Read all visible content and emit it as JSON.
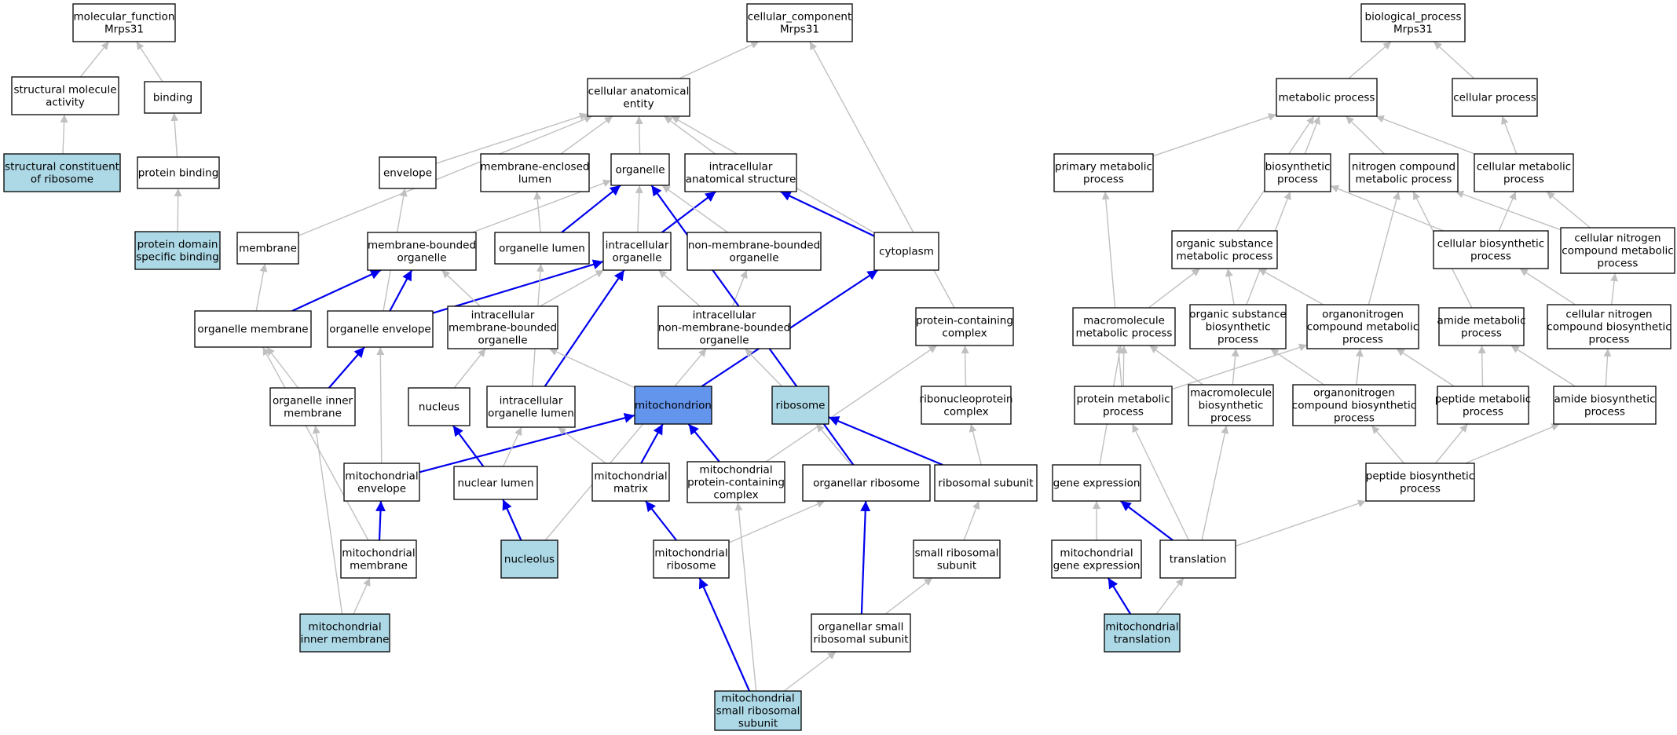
{
  "colors": {
    "plain": "#ffffff",
    "leaf": "#add8e6",
    "focus": "#6495ed",
    "edge_gray": "#c0c0c0",
    "edge_blue": "#0000ee"
  },
  "nodes": [
    {
      "id": "mf",
      "lines": [
        "molecular_function",
        "Mrps31"
      ],
      "type": "plain"
    },
    {
      "id": "sma",
      "lines": [
        "structural molecule",
        "activity"
      ],
      "type": "plain"
    },
    {
      "id": "binding",
      "lines": [
        "binding"
      ],
      "type": "plain"
    },
    {
      "id": "scr",
      "lines": [
        "structural constituent",
        "of ribosome"
      ],
      "type": "leaf"
    },
    {
      "id": "pb",
      "lines": [
        "protein binding"
      ],
      "type": "plain"
    },
    {
      "id": "pdsb",
      "lines": [
        "protein domain",
        "specific binding"
      ],
      "type": "leaf"
    },
    {
      "id": "cc",
      "lines": [
        "cellular_component",
        "Mrps31"
      ],
      "type": "plain"
    },
    {
      "id": "cae",
      "lines": [
        "cellular anatomical",
        "entity"
      ],
      "type": "plain"
    },
    {
      "id": "envelope",
      "lines": [
        "envelope"
      ],
      "type": "plain"
    },
    {
      "id": "mel",
      "lines": [
        "membrane-enclosed",
        "lumen"
      ],
      "type": "plain"
    },
    {
      "id": "organelle",
      "lines": [
        "organelle"
      ],
      "type": "plain"
    },
    {
      "id": "ias",
      "lines": [
        "intracellular",
        "anatomical structure"
      ],
      "type": "plain"
    },
    {
      "id": "membrane",
      "lines": [
        "membrane"
      ],
      "type": "plain"
    },
    {
      "id": "mbo",
      "lines": [
        "membrane-bounded",
        "organelle"
      ],
      "type": "plain"
    },
    {
      "id": "olumen",
      "lines": [
        "organelle lumen"
      ],
      "type": "plain"
    },
    {
      "id": "io",
      "lines": [
        "intracellular",
        "organelle"
      ],
      "type": "plain"
    },
    {
      "id": "nmbo",
      "lines": [
        "non-membrane-bounded",
        "organelle"
      ],
      "type": "plain"
    },
    {
      "id": "cytoplasm",
      "lines": [
        "cytoplasm"
      ],
      "type": "plain"
    },
    {
      "id": "omem",
      "lines": [
        "organelle membrane"
      ],
      "type": "plain"
    },
    {
      "id": "oenv",
      "lines": [
        "organelle envelope"
      ],
      "type": "plain"
    },
    {
      "id": "imbo",
      "lines": [
        "intracellular",
        "membrane-bounded",
        "organelle"
      ],
      "type": "plain"
    },
    {
      "id": "inmbo",
      "lines": [
        "intracellular",
        "non-membrane-bounded",
        "organelle"
      ],
      "type": "plain"
    },
    {
      "id": "pcc",
      "lines": [
        "protein-containing",
        "complex"
      ],
      "type": "plain"
    },
    {
      "id": "oim",
      "lines": [
        "organelle inner",
        "membrane"
      ],
      "type": "plain"
    },
    {
      "id": "nucleus",
      "lines": [
        "nucleus"
      ],
      "type": "plain"
    },
    {
      "id": "iol",
      "lines": [
        "intracellular",
        "organelle lumen"
      ],
      "type": "plain"
    },
    {
      "id": "mito",
      "lines": [
        "mitochondrion"
      ],
      "type": "focus"
    },
    {
      "id": "ribosome",
      "lines": [
        "ribosome"
      ],
      "type": "leaf"
    },
    {
      "id": "rnp",
      "lines": [
        "ribonucleoprotein",
        "complex"
      ],
      "type": "plain"
    },
    {
      "id": "menv",
      "lines": [
        "mitochondrial",
        "envelope"
      ],
      "type": "plain"
    },
    {
      "id": "nlumen",
      "lines": [
        "nuclear lumen"
      ],
      "type": "plain"
    },
    {
      "id": "mmatrix",
      "lines": [
        "mitochondrial",
        "matrix"
      ],
      "type": "plain"
    },
    {
      "id": "mpcc",
      "lines": [
        "mitochondrial",
        "protein-containing",
        "complex"
      ],
      "type": "plain"
    },
    {
      "id": "oribo",
      "lines": [
        "organellar ribosome"
      ],
      "type": "plain"
    },
    {
      "id": "rsub",
      "lines": [
        "ribosomal subunit"
      ],
      "type": "plain"
    },
    {
      "id": "mmem",
      "lines": [
        "mitochondrial",
        "membrane"
      ],
      "type": "plain"
    },
    {
      "id": "nucleolus",
      "lines": [
        "nucleolus"
      ],
      "type": "leaf"
    },
    {
      "id": "mribo",
      "lines": [
        "mitochondrial",
        "ribosome"
      ],
      "type": "plain"
    },
    {
      "id": "srs",
      "lines": [
        "small ribosomal",
        "subunit"
      ],
      "type": "plain"
    },
    {
      "id": "mim",
      "lines": [
        "mitochondrial",
        "inner membrane"
      ],
      "type": "leaf"
    },
    {
      "id": "osrs",
      "lines": [
        "organellar small",
        "ribosomal subunit"
      ],
      "type": "plain"
    },
    {
      "id": "msrs",
      "lines": [
        "mitochondrial",
        "small ribosomal",
        "subunit"
      ],
      "type": "leaf"
    },
    {
      "id": "bp",
      "lines": [
        "biological_process",
        "Mrps31"
      ],
      "type": "plain"
    },
    {
      "id": "mp",
      "lines": [
        "metabolic process"
      ],
      "type": "plain"
    },
    {
      "id": "cp",
      "lines": [
        "cellular process"
      ],
      "type": "plain"
    },
    {
      "id": "pmp",
      "lines": [
        "primary metabolic",
        "process"
      ],
      "type": "plain"
    },
    {
      "id": "bsp",
      "lines": [
        "biosynthetic",
        "process"
      ],
      "type": "plain"
    },
    {
      "id": "ncmp",
      "lines": [
        "nitrogen compound",
        "metabolic process"
      ],
      "type": "plain"
    },
    {
      "id": "cmp",
      "lines": [
        "cellular metabolic",
        "process"
      ],
      "type": "plain"
    },
    {
      "id": "osmp",
      "lines": [
        "organic substance",
        "metabolic process"
      ],
      "type": "plain"
    },
    {
      "id": "cbp",
      "lines": [
        "cellular biosynthetic",
        "process"
      ],
      "type": "plain"
    },
    {
      "id": "cncmp",
      "lines": [
        "cellular nitrogen",
        "compound metabolic",
        "process"
      ],
      "type": "plain"
    },
    {
      "id": "mmp",
      "lines": [
        "macromolecule",
        "metabolic process"
      ],
      "type": "plain"
    },
    {
      "id": "osbp",
      "lines": [
        "organic substance",
        "biosynthetic",
        "process"
      ],
      "type": "plain"
    },
    {
      "id": "oncmp",
      "lines": [
        "organonitrogen",
        "compound metabolic",
        "process"
      ],
      "type": "plain"
    },
    {
      "id": "amp",
      "lines": [
        "amide metabolic",
        "process"
      ],
      "type": "plain"
    },
    {
      "id": "cncbp",
      "lines": [
        "cellular nitrogen",
        "compound biosynthetic",
        "process"
      ],
      "type": "plain"
    },
    {
      "id": "protmp",
      "lines": [
        "protein metabolic",
        "process"
      ],
      "type": "plain"
    },
    {
      "id": "mbp",
      "lines": [
        "macromolecule",
        "biosynthetic",
        "process"
      ],
      "type": "plain"
    },
    {
      "id": "oncbp",
      "lines": [
        "organonitrogen",
        "compound biosynthetic",
        "process"
      ],
      "type": "plain"
    },
    {
      "id": "pepmp",
      "lines": [
        "peptide metabolic",
        "process"
      ],
      "type": "plain"
    },
    {
      "id": "abp",
      "lines": [
        "amide biosynthetic",
        "process"
      ],
      "type": "plain"
    },
    {
      "id": "ge",
      "lines": [
        "gene expression"
      ],
      "type": "plain"
    },
    {
      "id": "pepbp",
      "lines": [
        "peptide biosynthetic",
        "process"
      ],
      "type": "plain"
    },
    {
      "id": "mge",
      "lines": [
        "mitochondrial",
        "gene expression"
      ],
      "type": "plain"
    },
    {
      "id": "translation",
      "lines": [
        "translation"
      ],
      "type": "plain"
    },
    {
      "id": "mt",
      "lines": [
        "mitochondrial",
        "translation"
      ],
      "type": "leaf"
    }
  ],
  "edges": [
    {
      "from": "sma",
      "to": "mf",
      "style": "gray"
    },
    {
      "from": "binding",
      "to": "mf",
      "style": "gray"
    },
    {
      "from": "scr",
      "to": "sma",
      "style": "gray"
    },
    {
      "from": "pb",
      "to": "binding",
      "style": "gray"
    },
    {
      "from": "pdsb",
      "to": "pb",
      "style": "gray"
    },
    {
      "from": "cae",
      "to": "cc",
      "style": "gray"
    },
    {
      "from": "pcc",
      "to": "cc",
      "style": "gray"
    },
    {
      "from": "envelope",
      "to": "cae",
      "style": "gray"
    },
    {
      "from": "mel",
      "to": "cae",
      "style": "gray"
    },
    {
      "from": "organelle",
      "to": "cae",
      "style": "gray"
    },
    {
      "from": "ias",
      "to": "cae",
      "style": "gray"
    },
    {
      "from": "membrane",
      "to": "cae",
      "style": "gray"
    },
    {
      "from": "cytoplasm",
      "to": "cae",
      "style": "gray"
    },
    {
      "from": "mbo",
      "to": "organelle",
      "style": "gray"
    },
    {
      "from": "olumen",
      "to": "mel",
      "style": "gray"
    },
    {
      "from": "olumen",
      "to": "organelle",
      "style": "blue"
    },
    {
      "from": "io",
      "to": "organelle",
      "style": "gray"
    },
    {
      "from": "io",
      "to": "ias",
      "style": "blue"
    },
    {
      "from": "nmbo",
      "to": "organelle",
      "style": "gray"
    },
    {
      "from": "cytoplasm",
      "to": "ias",
      "style": "blue"
    },
    {
      "from": "omem",
      "to": "membrane",
      "style": "gray"
    },
    {
      "from": "omem",
      "to": "mbo",
      "style": "blue"
    },
    {
      "from": "oenv",
      "to": "envelope",
      "style": "gray"
    },
    {
      "from": "oenv",
      "to": "mbo",
      "style": "blue"
    },
    {
      "from": "oenv",
      "to": "io",
      "style": "blue"
    },
    {
      "from": "imbo",
      "to": "mbo",
      "style": "gray"
    },
    {
      "from": "imbo",
      "to": "io",
      "style": "gray"
    },
    {
      "from": "inmbo",
      "to": "nmbo",
      "style": "gray"
    },
    {
      "from": "inmbo",
      "to": "io",
      "style": "gray"
    },
    {
      "from": "rnp",
      "to": "pcc",
      "style": "gray"
    },
    {
      "from": "oim",
      "to": "omem",
      "style": "gray"
    },
    {
      "from": "oim",
      "to": "oenv",
      "style": "blue"
    },
    {
      "from": "nucleus",
      "to": "imbo",
      "style": "gray"
    },
    {
      "from": "iol",
      "to": "olumen",
      "style": "gray"
    },
    {
      "from": "iol",
      "to": "io",
      "style": "blue"
    },
    {
      "from": "mito",
      "to": "imbo",
      "style": "gray"
    },
    {
      "from": "mito",
      "to": "cytoplasm",
      "style": "blue"
    },
    {
      "from": "ribosome",
      "to": "inmbo",
      "style": "gray"
    },
    {
      "from": "menv",
      "to": "oenv",
      "style": "gray"
    },
    {
      "from": "menv",
      "to": "mito",
      "style": "blue"
    },
    {
      "from": "nlumen",
      "to": "iol",
      "style": "gray"
    },
    {
      "from": "nlumen",
      "to": "nucleus",
      "style": "blue"
    },
    {
      "from": "mmatrix",
      "to": "iol",
      "style": "gray"
    },
    {
      "from": "mmatrix",
      "to": "mito",
      "style": "blue"
    },
    {
      "from": "mpcc",
      "to": "mito",
      "style": "blue"
    },
    {
      "from": "mpcc",
      "to": "pcc",
      "style": "gray"
    },
    {
      "from": "oribo",
      "to": "ribosome",
      "style": "gray"
    },
    {
      "from": "oribo",
      "to": "organelle",
      "style": "blue"
    },
    {
      "from": "rsub",
      "to": "rnp",
      "style": "gray"
    },
    {
      "from": "rsub",
      "to": "ribosome",
      "style": "blue"
    },
    {
      "from": "mmem",
      "to": "omem",
      "style": "gray"
    },
    {
      "from": "mmem",
      "to": "menv",
      "style": "blue"
    },
    {
      "from": "nucleolus",
      "to": "nlumen",
      "style": "blue"
    },
    {
      "from": "nucleolus",
      "to": "inmbo",
      "style": "gray"
    },
    {
      "from": "mribo",
      "to": "mmatrix",
      "style": "blue"
    },
    {
      "from": "mribo",
      "to": "oribo",
      "style": "gray"
    },
    {
      "from": "srs",
      "to": "rsub",
      "style": "gray"
    },
    {
      "from": "mim",
      "to": "mmem",
      "style": "gray"
    },
    {
      "from": "mim",
      "to": "oim",
      "style": "gray"
    },
    {
      "from": "osrs",
      "to": "srs",
      "style": "gray"
    },
    {
      "from": "osrs",
      "to": "oribo",
      "style": "blue"
    },
    {
      "from": "msrs",
      "to": "osrs",
      "style": "gray"
    },
    {
      "from": "msrs",
      "to": "mribo",
      "style": "blue"
    },
    {
      "from": "msrs",
      "to": "mpcc",
      "style": "gray"
    },
    {
      "from": "mp",
      "to": "bp",
      "style": "gray"
    },
    {
      "from": "cp",
      "to": "bp",
      "style": "gray"
    },
    {
      "from": "pmp",
      "to": "mp",
      "style": "gray"
    },
    {
      "from": "bsp",
      "to": "mp",
      "style": "gray"
    },
    {
      "from": "ncmp",
      "to": "mp",
      "style": "gray"
    },
    {
      "from": "cmp",
      "to": "mp",
      "style": "gray"
    },
    {
      "from": "cmp",
      "to": "cp",
      "style": "gray"
    },
    {
      "from": "osmp",
      "to": "mp",
      "style": "gray"
    },
    {
      "from": "cbp",
      "to": "bsp",
      "style": "gray"
    },
    {
      "from": "cbp",
      "to": "cmp",
      "style": "gray"
    },
    {
      "from": "cncmp",
      "to": "ncmp",
      "style": "gray"
    },
    {
      "from": "cncmp",
      "to": "cmp",
      "style": "gray"
    },
    {
      "from": "mmp",
      "to": "osmp",
      "style": "gray"
    },
    {
      "from": "osbp",
      "to": "osmp",
      "style": "gray"
    },
    {
      "from": "osbp",
      "to": "bsp",
      "style": "gray"
    },
    {
      "from": "oncmp",
      "to": "osmp",
      "style": "gray"
    },
    {
      "from": "oncmp",
      "to": "ncmp",
      "style": "gray"
    },
    {
      "from": "amp",
      "to": "ncmp",
      "style": "gray"
    },
    {
      "from": "cncbp",
      "to": "cbp",
      "style": "gray"
    },
    {
      "from": "cncbp",
      "to": "cncmp",
      "style": "gray"
    },
    {
      "from": "protmp",
      "to": "pmp",
      "style": "gray"
    },
    {
      "from": "protmp",
      "to": "mmp",
      "style": "gray"
    },
    {
      "from": "protmp",
      "to": "oncmp",
      "style": "gray"
    },
    {
      "from": "mbp",
      "to": "mmp",
      "style": "gray"
    },
    {
      "from": "mbp",
      "to": "osbp",
      "style": "gray"
    },
    {
      "from": "oncbp",
      "to": "oncmp",
      "style": "gray"
    },
    {
      "from": "oncbp",
      "to": "osbp",
      "style": "gray"
    },
    {
      "from": "pepmp",
      "to": "amp",
      "style": "gray"
    },
    {
      "from": "pepmp",
      "to": "oncmp",
      "style": "gray"
    },
    {
      "from": "abp",
      "to": "amp",
      "style": "gray"
    },
    {
      "from": "abp",
      "to": "cncbp",
      "style": "gray"
    },
    {
      "from": "ge",
      "to": "mmp",
      "style": "gray"
    },
    {
      "from": "pepbp",
      "to": "pepmp",
      "style": "gray"
    },
    {
      "from": "pepbp",
      "to": "abp",
      "style": "gray"
    },
    {
      "from": "pepbp",
      "to": "oncbp",
      "style": "gray"
    },
    {
      "from": "mge",
      "to": "ge",
      "style": "gray"
    },
    {
      "from": "translation",
      "to": "ge",
      "style": "blue"
    },
    {
      "from": "translation",
      "to": "protmp",
      "style": "gray"
    },
    {
      "from": "translation",
      "to": "mbp",
      "style": "gray"
    },
    {
      "from": "translation",
      "to": "pepbp",
      "style": "gray"
    },
    {
      "from": "mt",
      "to": "mge",
      "style": "blue"
    },
    {
      "from": "mt",
      "to": "translation",
      "style": "gray"
    }
  ]
}
